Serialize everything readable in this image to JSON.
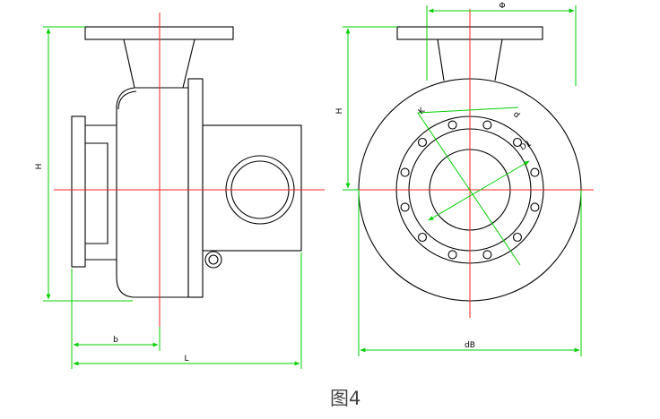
{
  "figure": {
    "caption": "图4",
    "colors": {
      "outline": "#000000",
      "dimension": "#00d000",
      "centerline": "#ff2020"
    }
  },
  "side_view": {
    "labels": {
      "height": "H",
      "offset": "b",
      "length": "L"
    }
  },
  "front_view": {
    "labels": {
      "top_flange": "Φ",
      "height": "H",
      "diameter": "dB",
      "bolt_circle_a": "K",
      "bolt_circle_b": "d",
      "bolt_circle_c": "D1"
    },
    "bolt_holes": 12
  }
}
